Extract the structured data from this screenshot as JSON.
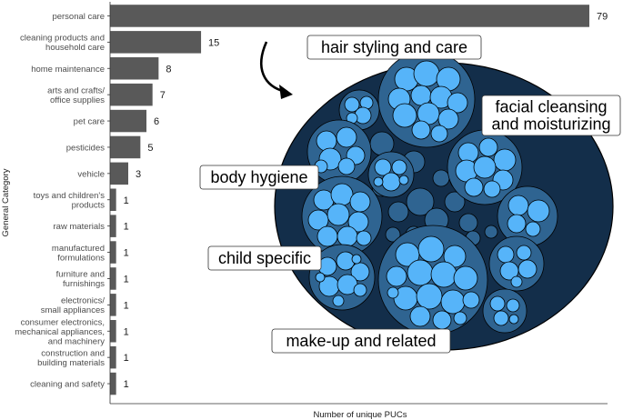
{
  "chart_data": {
    "type": "bar",
    "orientation": "horizontal",
    "categories": [
      "personal care",
      "cleaning products and\nhousehold care",
      "home maintenance",
      "arts and crafts/\noffice supplies",
      "pet care",
      "pesticides",
      "vehicle",
      "toys and children's\nproducts",
      "raw materials",
      "manufactured\nformulations",
      "furniture and\nfurnishings",
      "electronics/\nsmall appliances",
      "consumer electronics,\nmechanical appliances,\nand machinery",
      "construction and\nbuilding materials",
      "cleaning and safety"
    ],
    "values": [
      79,
      15,
      8,
      7,
      6,
      5,
      3,
      1,
      1,
      1,
      1,
      1,
      1,
      1,
      1
    ],
    "xlabel": "Number of unique PUCs",
    "ylabel": "General Category",
    "xlim": [
      0,
      82
    ],
    "grid": false,
    "bar_color": "#595959",
    "inset": {
      "type": "circle-packing",
      "outer_color": "#132e4a",
      "group_color": "#2f6491",
      "leaf_color": "#56b4f9",
      "callouts": [
        "hair styling and care",
        "facial cleansing\nand moisturizing",
        "body hygiene",
        "child specific",
        "make-up and related"
      ]
    }
  }
}
